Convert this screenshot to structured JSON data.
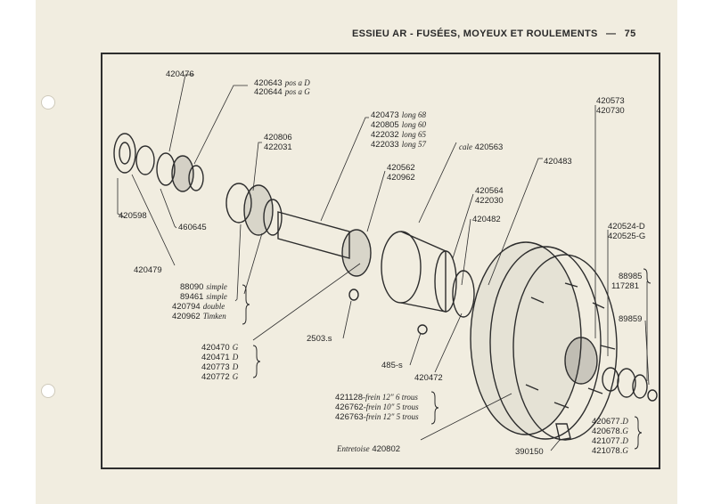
{
  "header": {
    "title": "ESSIEU AR - FUSÉES, MOYEUX ET ROULEMENTS",
    "dash": "—",
    "page": "75"
  },
  "labels": {
    "p420476": "420476",
    "p420643": "420643",
    "p420643_note": "pos a D",
    "p420644": "420644",
    "p420644_note": "pos a G",
    "p420806": "420806",
    "p422031": "422031",
    "p420473": "420473",
    "p420473_note": "long 68",
    "p420805": "420805",
    "p420805_note": "long 60",
    "p422032": "422032",
    "p422032_note": "long 65",
    "p422033": "422033",
    "p422033_note": "long 57",
    "cale": "cale",
    "p420563": "420563",
    "p420483": "420483",
    "p420573": "420573",
    "p420730": "420730",
    "p420562": "420562",
    "p420962a": "420962",
    "p420564": "420564",
    "p422030": "422030",
    "p420482": "420482",
    "p420598": "420598",
    "p460645": "460645",
    "p420479": "420479",
    "p420524": "420524-D",
    "p420525": "420525-G",
    "p88090": "88090",
    "p88090_note": "simple",
    "p89461": "89461",
    "p89461_note": "simple",
    "p420794": "420794",
    "p420794_note": "double",
    "p420962b": "420962",
    "p420962b_note": "Timken",
    "p88985": "88985",
    "p117281": "117281",
    "p89859": "89859",
    "p2503": "2503.s",
    "p420470": "420470",
    "p420470_s": "G",
    "p420471": "420471",
    "p420471_s": "D",
    "p420773": "420773",
    "p420773_s": "D",
    "p420772": "420772",
    "p420772_s": "G",
    "p485": "485-s",
    "p420472": "420472",
    "p421128": "421128",
    "p421128_note": "-frein 12\" 6 trous",
    "p426762": "426762",
    "p426762_note": "-frein 10\" 5 trous",
    "p426763": "426763",
    "p426763_note": "-frein 12\" 5 trous",
    "entretoise": "Entretoise",
    "p420802": "420802",
    "p390150": "390150",
    "p420677": "420677",
    "p420677_s": "D",
    "p420678": "420678",
    "p420678_s": "G",
    "p421077": "421077",
    "p421077_s": "D",
    "p421078": "421078",
    "p421078_s": "G"
  }
}
